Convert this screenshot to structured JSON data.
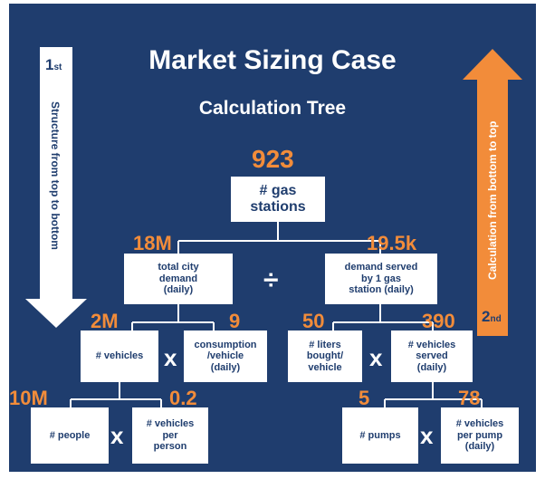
{
  "title": "Market Sizing Case",
  "subtitle": "Calculation Tree",
  "colors": {
    "background": "#1f3d6e",
    "accent": "#f28c3a",
    "box": "#ffffff"
  },
  "left_arrow": {
    "step": "1",
    "step_suffix": "st",
    "label": "Structure from top to bottom"
  },
  "right_arrow": {
    "step": "2",
    "step_suffix": "nd",
    "label": "Calculation from bottom to top"
  },
  "tree": {
    "root": {
      "value": "923",
      "label": "# gas\nstations"
    },
    "divide_symbol": "÷",
    "multiply_symbol": "x",
    "city_demand": {
      "value": "18M",
      "label": "total city\ndemand\n(daily)"
    },
    "station_demand": {
      "value": "19.5k",
      "label": "demand served\nby 1 gas\nstation (daily)"
    },
    "vehicles": {
      "value": "2M",
      "label": "# vehicles"
    },
    "consumption": {
      "value": "9",
      "label": "consumption\n/vehicle\n(daily)"
    },
    "liters": {
      "value": "50",
      "label": "# liters\nbought/\nvehicle"
    },
    "vehicles_served": {
      "value": "390",
      "label": "# vehicles\nserved\n(daily)"
    },
    "people": {
      "value": "10M",
      "label": "# people"
    },
    "vehicles_per_person": {
      "value": "0.2",
      "label": "# vehicles\nper\nperson"
    },
    "pumps": {
      "value": "5",
      "label": "# pumps"
    },
    "vehicles_per_pump": {
      "value": "78",
      "label": "# vehicles\nper pump\n(daily)"
    }
  }
}
